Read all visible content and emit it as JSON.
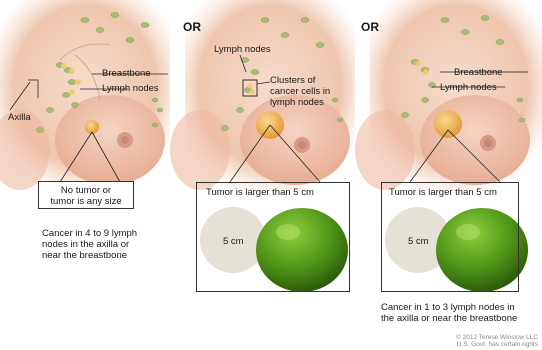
{
  "panels": [
    {
      "labels": {
        "breastbone": "Breastbone",
        "lymph_nodes": "Lymph nodes",
        "axilla": "Axilla"
      },
      "tumor_box": [
        "No tumor or",
        "tumor is any size"
      ],
      "caption": [
        "Cancer in 4 to 9 lymph",
        "nodes in the axilla or",
        "near the breastbone"
      ]
    },
    {
      "or_label": "OR",
      "labels": {
        "lymph_nodes": "Lymph nodes",
        "clusters": [
          "Clusters of",
          "cancer cells in",
          "lymph nodes"
        ]
      },
      "size_box": {
        "title": "Tumor is larger than 5 cm",
        "circle_label": "5 cm"
      }
    },
    {
      "or_label": "OR",
      "labels": {
        "breastbone": "Breastbone",
        "lymph_nodes": "Lymph nodes"
      },
      "size_box": {
        "title": "Tumor is larger than 5 cm",
        "circle_label": "5 cm"
      },
      "caption": [
        "Cancer in 1 to 3 lymph nodes in",
        "the axilla or near the breastbone"
      ]
    }
  ],
  "copyright": [
    "© 2012 Terese Winslow LLC",
    "U.S. Govt. has certain rights"
  ],
  "colors": {
    "skin": "#f3d2bd",
    "skin_shade": "#e0a98f",
    "node": "#9fb86a",
    "tumor": "#f0b354",
    "lime": "#5a9a1e",
    "circle": "#e6e1d6"
  }
}
